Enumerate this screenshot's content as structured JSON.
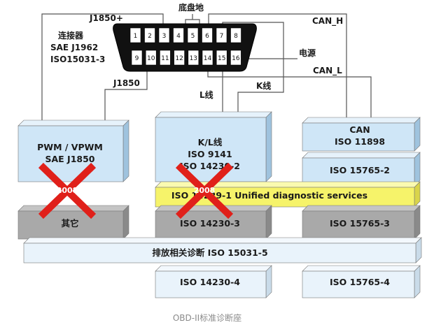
{
  "connector": {
    "pins_top": [
      "1",
      "2",
      "3",
      "4",
      "5",
      "6",
      "7",
      "8"
    ],
    "pins_bottom": [
      "9",
      "10",
      "11",
      "12",
      "13",
      "14",
      "15",
      "16"
    ]
  },
  "labels": {
    "chassis_ground": "底盘地",
    "j1850_plus": "J1850+",
    "connector_title": "连接器",
    "sae_j1962": "SAE J1962",
    "iso15031_3": "ISO15031-3",
    "j1850_minus": "J1850",
    "can_h": "CAN_H",
    "power": "电源",
    "can_l": "CAN_L",
    "l_line": "L线",
    "k_line": "K线"
  },
  "boxes": {
    "pwm_line1": "PWM / VPWM",
    "pwm_line2": "SAE J1850",
    "kl_line1": "K/L线",
    "kl_line2": "ISO 9141",
    "kl_line3": "ISO 14230-2",
    "can_line1": "CAN",
    "can_line2": "ISO 11898",
    "iso15765_2": "ISO 15765-2",
    "unified": "ISO 14229-1 Unified diagnostic services",
    "other": "其它",
    "iso14230_3": "ISO 14230-3",
    "iso15765_3": "ISO 15765-3",
    "emission": "排放相关诊断 ISO 15031-5",
    "iso14230_4": "ISO 14230-4",
    "iso15765_4": "ISO 15765-4"
  },
  "marks": {
    "x_left_year": "2008",
    "x_mid_year": "2008"
  },
  "caption": "OBD-II标准诊断座",
  "colors": {
    "box_blue_face": "#cfe6f7",
    "box_blue_top": "#e6f2fb",
    "box_blue_side": "#9fc3de",
    "box_light_face": "#e9f3fb",
    "box_yellow_face": "#f6f36a",
    "box_gray_face": "#a9a9a9",
    "box_gray_top": "#c4c4c4",
    "box_gray_side": "#8a8a8a",
    "x_red": "#e0201a",
    "connector_black": "#111111"
  }
}
